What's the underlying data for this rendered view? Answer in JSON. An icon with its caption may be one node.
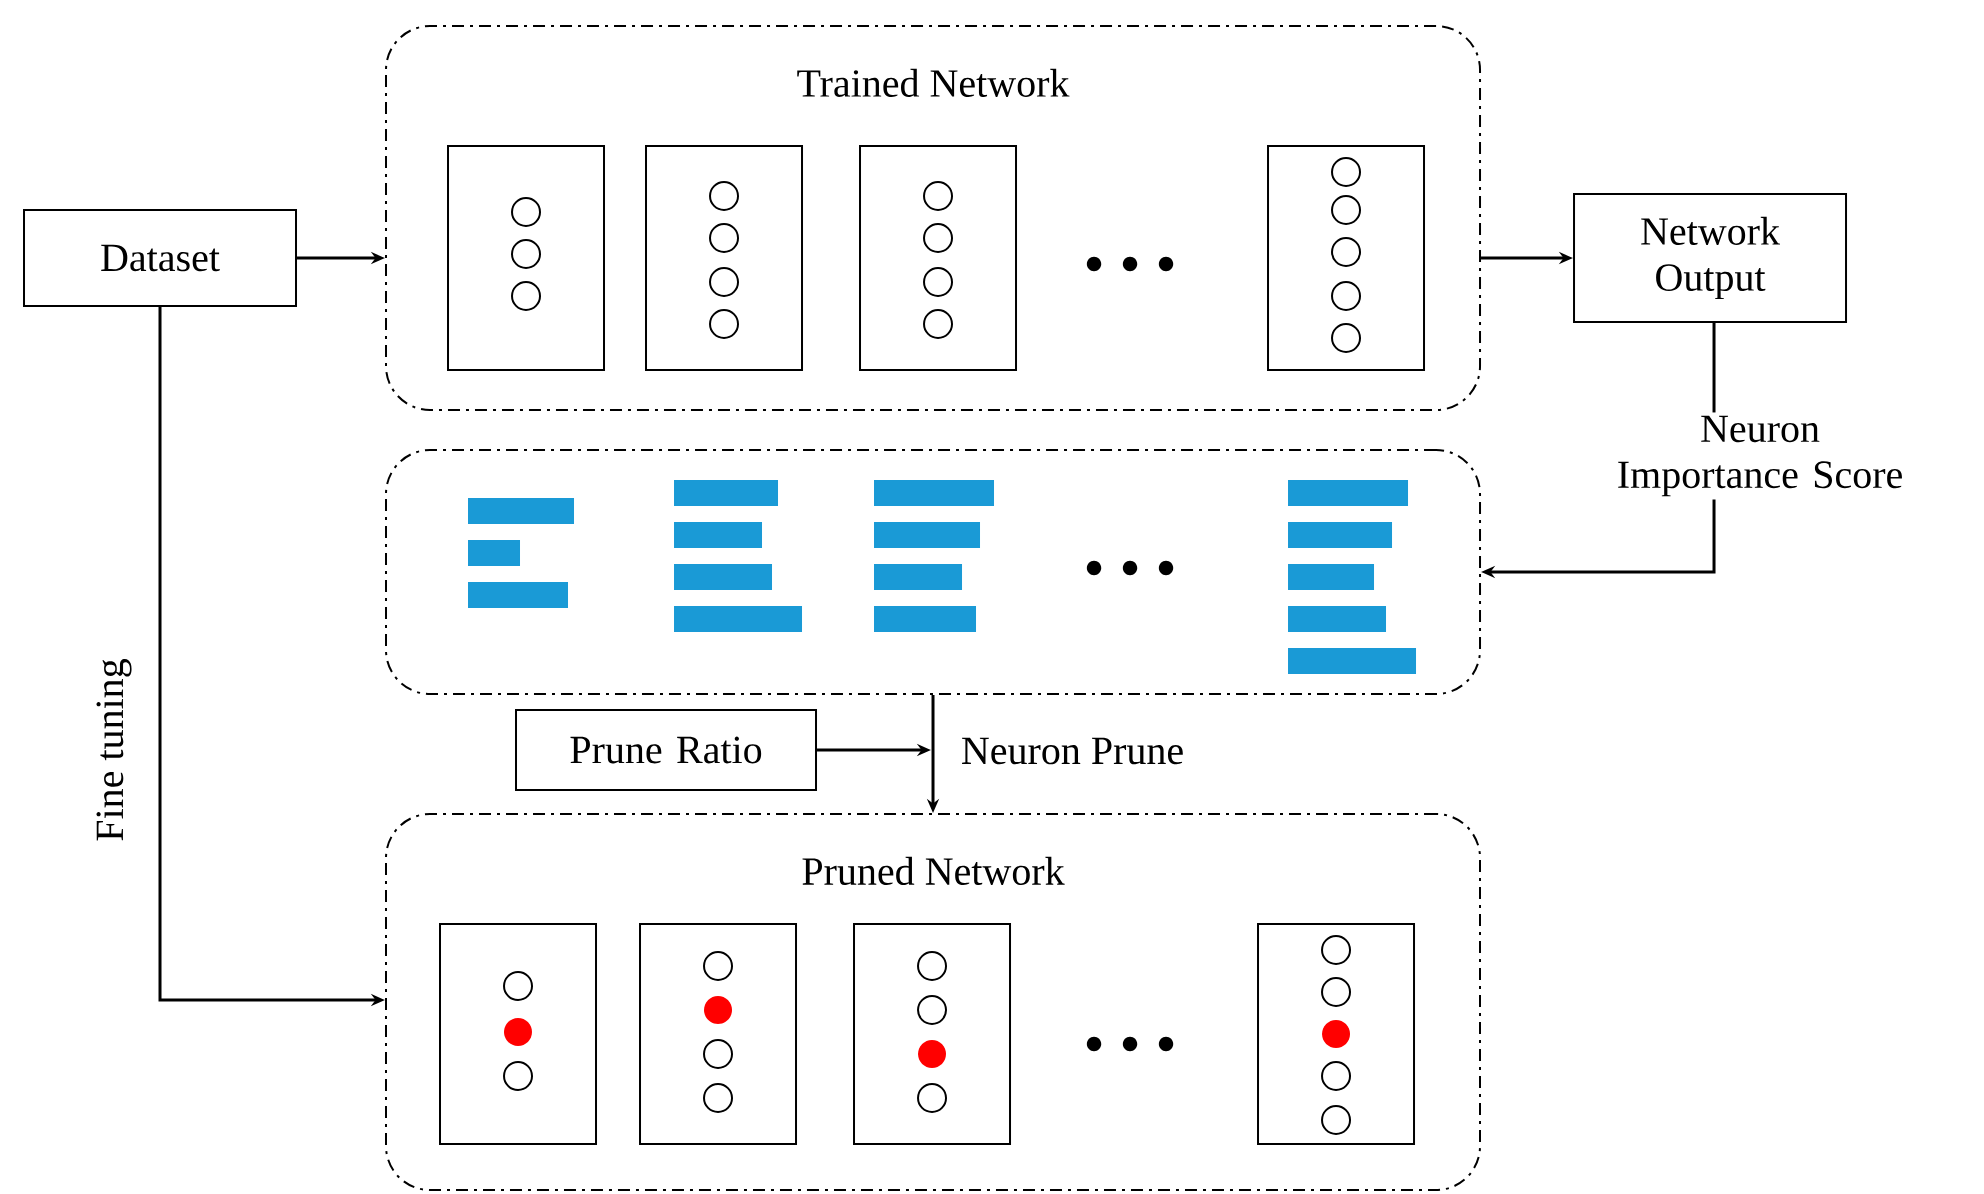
{
  "diagram": {
    "nodes": [
      {
        "text": [
          "Dataset"
        ]
      },
      {
        "text": [
          "Trained Network"
        ]
      },
      {
        "text": [],
        "shape": "box",
        "in": 1
      },
      {
        "text": [],
        "shape": "box",
        "in": 1
      },
      {
        "text": [],
        "shape": "box",
        "in": 1
      },
      {
        "text": [],
        "shape": "box",
        "in": 1
      },
      {
        "text": [
          "Network Output"
        ]
      },
      {
        "text": [
          "Neuron Importance Score"
        ]
      },
      {
        "text": [],
        "shape": "box"
      },
      {
        "text": [
          "Prune Ratio"
        ]
      },
      {
        "text": [
          "Pruned Network"
        ]
      },
      {
        "text": [],
        "shape": "box",
        "in": 10
      },
      {
        "text": [],
        "shape": "box",
        "in": 10
      },
      {
        "text": [],
        "shape": "box",
        "in": 10
      },
      {
        "text": [],
        "shape": "box",
        "in": 10
      }
    ],
    "edges": [
      {
        "from": 0,
        "to": 1,
        "arrow": "to"
      },
      {
        "from": 1,
        "to": 6,
        "arrow": "to"
      },
      {
        "from": 6,
        "to": 7,
        "arrow": "none"
      },
      {
        "from": 7,
        "to": 8,
        "arrow": "to"
      },
      {
        "from": 8,
        "to": 10,
        "arrow": "to",
        "label": "Neuron Prune"
      },
      {
        "from": 9,
        "to": null,
        "arrow": "to"
      },
      {
        "from": 0,
        "to": 10,
        "arrow": "to",
        "label": "Fine tuning"
      }
    ]
  }
}
